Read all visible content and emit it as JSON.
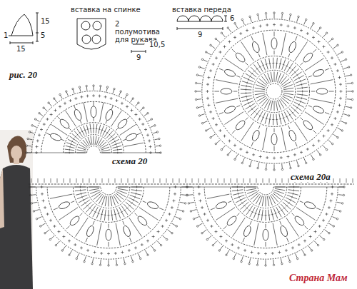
{
  "diagram": {
    "labels": [
      "вставка на спинке",
      "вставка переда",
      "1",
      "15",
      "5",
      "15",
      "2 полумотива для рукава",
      "10,5",
      "9",
      "6",
      "9",
      "рис. 20",
      "схема 20",
      "схема 20а",
      "Страна Мам"
    ]
  }
}
